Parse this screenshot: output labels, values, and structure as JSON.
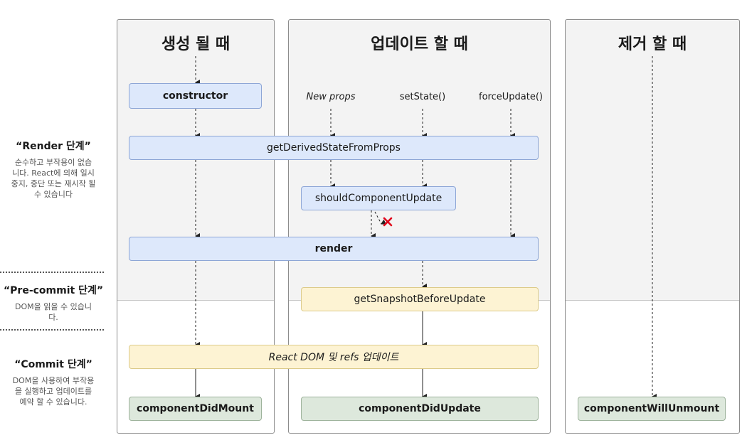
{
  "columns": {
    "mount": {
      "title": "생성 될 때"
    },
    "update": {
      "title": "업데이트 할 때"
    },
    "unmount": {
      "title": "제거 할 때"
    }
  },
  "phases": {
    "render": {
      "title": "“Render 단계”",
      "desc_lines": [
        "순수하고 부작용이 없습",
        "니다. React에 의해 일시",
        "중지, 중단 또는 재시작 될",
        "수 있습니다"
      ]
    },
    "precommit": {
      "title": "“Pre-commit 단계”",
      "desc_lines": [
        "DOM을 읽을 수 있습니",
        "다."
      ]
    },
    "commit": {
      "title": "“Commit 단계”",
      "desc_lines": [
        "DOM을 사용하여 부작용",
        "을 실행하고 업데이트를",
        "예약 할 수 있습니다."
      ]
    }
  },
  "triggers": {
    "new_props": "New props",
    "set_state": "setState()",
    "force_update": "forceUpdate()"
  },
  "methods": {
    "constructor": "constructor",
    "get_derived_state": "getDerivedStateFromProps",
    "should_update": "shouldComponentUpdate",
    "render": "render",
    "get_snapshot": "getSnapshotBeforeUpdate",
    "react_dom_update": "React DOM 및 refs 업데이트",
    "did_mount": "componentDidMount",
    "did_update": "componentDidUpdate",
    "will_unmount": "componentWillUnmount"
  },
  "colors": {
    "render_phase_box": "#dde8fb",
    "commit_phase_box": "#fdf3d3",
    "lifecycle_end_box": "#dde8dc",
    "cancel_mark": "#e0001a"
  },
  "icons": {
    "cancel": "close-x-icon"
  }
}
